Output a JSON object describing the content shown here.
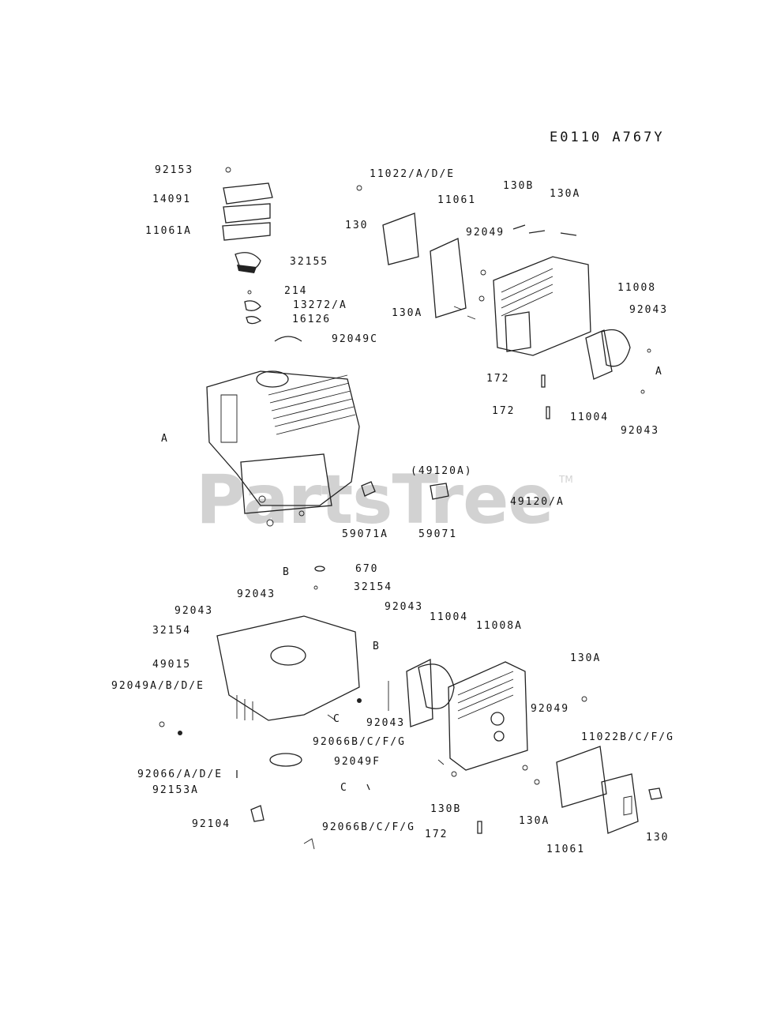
{
  "diagram": {
    "code": "E0110 A767Y",
    "watermark": "PartsTree",
    "trademark": "TM"
  },
  "callouts": [
    {
      "id": "92153",
      "text": "92153"
    },
    {
      "id": "14091",
      "text": "14091"
    },
    {
      "id": "11061A",
      "text": "11061A"
    },
    {
      "id": "32155",
      "text": "32155"
    },
    {
      "id": "214",
      "text": "214"
    },
    {
      "id": "13272A",
      "text": "13272/A"
    },
    {
      "id": "16126",
      "text": "16126"
    },
    {
      "id": "92049C",
      "text": "92049C"
    },
    {
      "id": "11022ADE",
      "text": "11022/A/D/E"
    },
    {
      "id": "11061-top",
      "text": "11061"
    },
    {
      "id": "130B-top",
      "text": "130B"
    },
    {
      "id": "130A-top-right",
      "text": "130A"
    },
    {
      "id": "130-top",
      "text": "130"
    },
    {
      "id": "92049-top",
      "text": "92049"
    },
    {
      "id": "130A-top-left",
      "text": "130A"
    },
    {
      "id": "11008",
      "text": "11008"
    },
    {
      "id": "92043-right-1",
      "text": "92043"
    },
    {
      "id": "A-right",
      "text": "A"
    },
    {
      "id": "172-top-1",
      "text": "172"
    },
    {
      "id": "172-top-2",
      "text": "172"
    },
    {
      "id": "11004-top",
      "text": "11004"
    },
    {
      "id": "92043-right-2",
      "text": "92043"
    },
    {
      "id": "A-left",
      "text": "A"
    },
    {
      "id": "49120A-paren",
      "text": "(49120A)"
    },
    {
      "id": "49120A",
      "text": "49120/A"
    },
    {
      "id": "59071A",
      "text": "59071A"
    },
    {
      "id": "59071",
      "text": "59071"
    },
    {
      "id": "B-top",
      "text": "B"
    },
    {
      "id": "670",
      "text": "670"
    },
    {
      "id": "92043-mid-1",
      "text": "92043"
    },
    {
      "id": "32154-mid",
      "text": "32154"
    },
    {
      "id": "92043-mid-2",
      "text": "92043"
    },
    {
      "id": "92043-mid-3",
      "text": "92043"
    },
    {
      "id": "11004-bottom",
      "text": "11004"
    },
    {
      "id": "11008A",
      "text": "11008A"
    },
    {
      "id": "32154-left",
      "text": "32154"
    },
    {
      "id": "B-mid",
      "text": "B"
    },
    {
      "id": "49015",
      "text": "49015"
    },
    {
      "id": "130A-bottom-right",
      "text": "130A"
    },
    {
      "id": "92049ABDE",
      "text": "92049A/B/D/E"
    },
    {
      "id": "92049-bottom",
      "text": "92049"
    },
    {
      "id": "C-mid",
      "text": "C"
    },
    {
      "id": "92043-bottom",
      "text": "92043"
    },
    {
      "id": "92066BCFG-1",
      "text": "92066B/C/F/G"
    },
    {
      "id": "11022BCFG",
      "text": "11022B/C/F/G"
    },
    {
      "id": "92049F",
      "text": "92049F"
    },
    {
      "id": "92066ADE",
      "text": "92066/A/D/E"
    },
    {
      "id": "C-bottom",
      "text": "C"
    },
    {
      "id": "92153A",
      "text": "92153A"
    },
    {
      "id": "130B-bottom",
      "text": "130B"
    },
    {
      "id": "92104",
      "text": "92104"
    },
    {
      "id": "92066BCFG-2",
      "text": "92066B/C/F/G"
    },
    {
      "id": "172-bottom",
      "text": "172"
    },
    {
      "id": "130A-bottom",
      "text": "130A"
    },
    {
      "id": "130-bottom",
      "text": "130"
    },
    {
      "id": "11061-bottom",
      "text": "11061"
    }
  ]
}
